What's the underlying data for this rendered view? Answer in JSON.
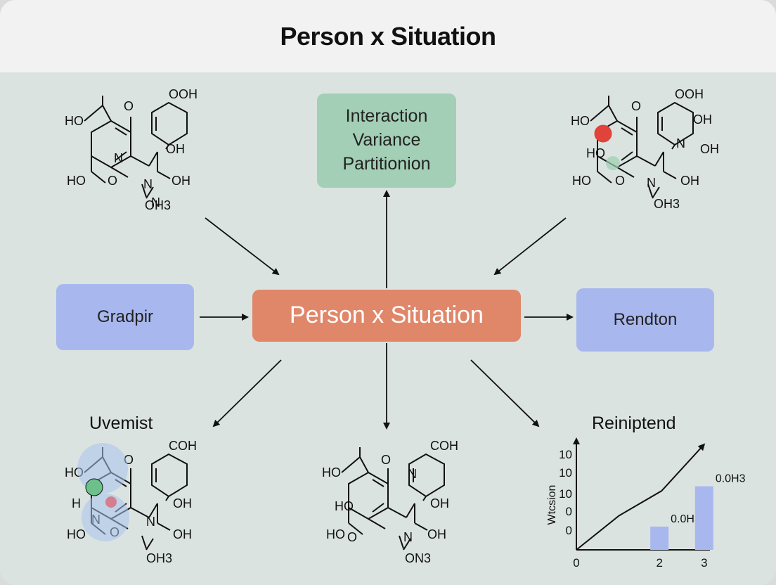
{
  "title": "Person x Situation",
  "nodes": {
    "top": "Interaction Variance Partitionion",
    "left": "Gradpir",
    "center": "Person x Situation",
    "right": "Rendton"
  },
  "labels": {
    "bottom_left": "Uvemist",
    "bottom_right": "Reiniptend"
  },
  "molecules": [
    {
      "name": "molecule-top-left",
      "atoms": [
        "OOH",
        "HO",
        "O",
        "N",
        "HO",
        "O",
        "N",
        "OH",
        "N",
        "OH",
        "OH3"
      ]
    },
    {
      "name": "molecule-top-right",
      "atoms": [
        "OOH",
        "HO",
        "O",
        "OH",
        "HO",
        "N",
        "OH",
        "HO",
        "O",
        "N",
        "OH",
        "OH3"
      ]
    },
    {
      "name": "molecule-bottom-left",
      "atoms": [
        "COH",
        "HO",
        "O",
        "H",
        "N",
        "OH",
        "HO",
        "O",
        "N",
        "OH",
        "OH3"
      ]
    },
    {
      "name": "molecule-bottom-center",
      "atoms": [
        "COH",
        "HO",
        "O",
        "O",
        "N",
        "OH",
        "HO",
        "HO",
        "N",
        "OH",
        "ON3"
      ]
    }
  ],
  "chart_data": {
    "type": "bar",
    "ylabel": "Wtcsion",
    "xticks": [
      "0",
      "2",
      "3"
    ],
    "yticks": [
      "10",
      "10",
      "10",
      "0",
      "0"
    ],
    "bars": [
      {
        "x": 1.95,
        "value": 1.5,
        "label": "0.0H3"
      },
      {
        "x": 3.0,
        "value": 4.1,
        "label": "0.0H3"
      }
    ],
    "trend_line": [
      [
        0,
        0
      ],
      [
        1,
        2.2
      ],
      [
        2,
        3.8
      ],
      [
        3,
        6.8
      ]
    ],
    "xlim": [
      0,
      3.3
    ],
    "ylim": [
      0,
      6.8
    ],
    "colors": {
      "bars": "#a8b8ee",
      "line": "#111111"
    }
  },
  "colors": {
    "header_bg": "#f2f2f2",
    "panel_bg": "#dbe3e1",
    "green_box": "#a2cfb5",
    "blue_box": "#a8b8ee",
    "center_box": "#e0876a"
  }
}
